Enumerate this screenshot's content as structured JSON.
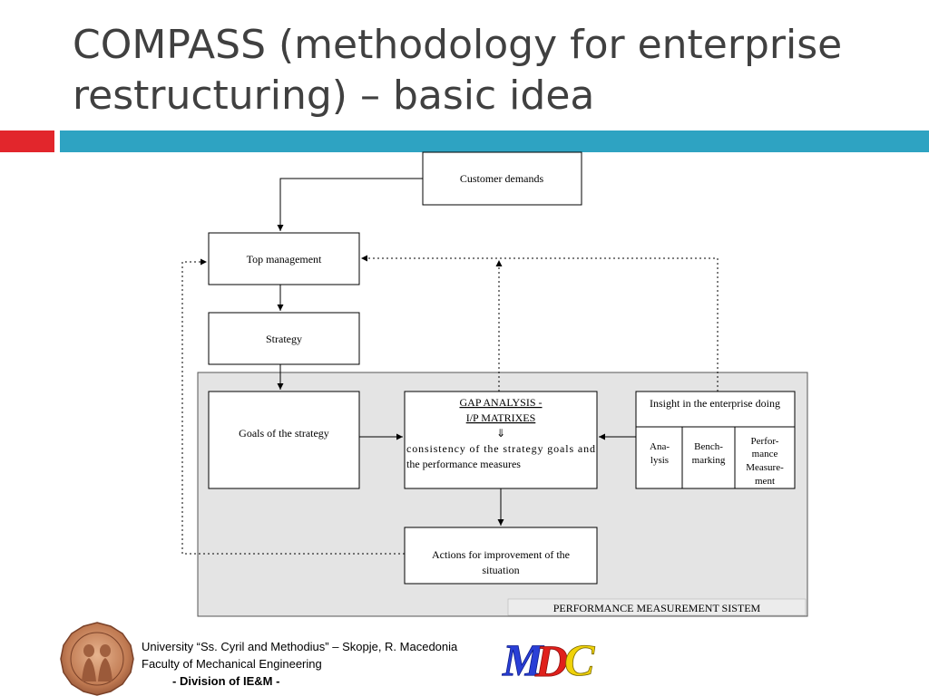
{
  "slide": {
    "title": "COMPASS (methodology for enterprise restructuring) – basic idea"
  },
  "diagram": {
    "customer_demands": "Customer demands",
    "top_management": "Top management",
    "strategy": "Strategy",
    "goals": "Goals of the strategy",
    "gap_line1": "GAP ANALYSIS -",
    "gap_line2": "I/P MATRIXES",
    "gap_arrow": "⇓",
    "gap_line3": "consistency of the strategy goals and",
    "gap_line4": "the performance measures",
    "insight": "Insight in the enterprise doing",
    "analysis_1": "Ana-",
    "analysis_2": "lysis",
    "bench_1": "Bench-",
    "bench_2": "marking",
    "perf_1": "Perfor-",
    "perf_2": "mance",
    "perf_3": "Measure-",
    "perf_4": "ment",
    "actions_1": "Actions for improvement of the",
    "actions_2": "situation",
    "pms_label": "PERFORMANCE MEASUREMENT SISTEM"
  },
  "footer": {
    "university": "University “Ss. Cyril and Methodius” – Skopje, R. Macedonia",
    "faculty": "Faculty of Mechanical Engineering",
    "division": "- Division of IE&M -",
    "logo_text": "MDC"
  },
  "colors": {
    "accent_red": "#e2262c",
    "accent_blue": "#2ea3c2",
    "panel_gray": "#e4e4e4"
  }
}
